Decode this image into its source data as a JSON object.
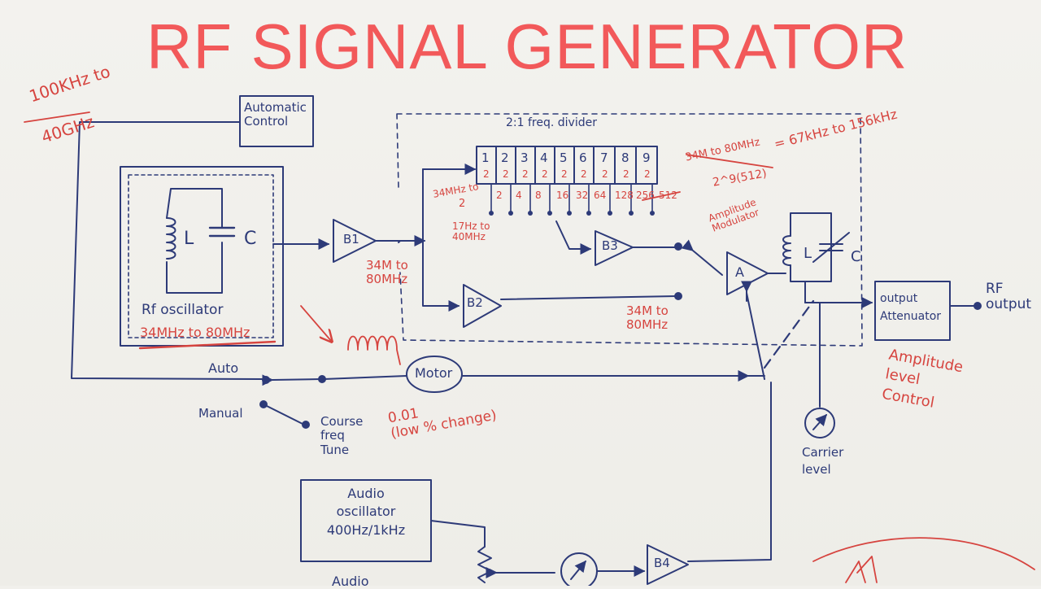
{
  "title": "RF SIGNAL GENERATOR",
  "colors": {
    "title": "#f2595a",
    "ink": "#2d3a78",
    "red_ink": "#d6443f",
    "paper": "#f1f0ec"
  },
  "labels": {
    "range_top": "100KHz to",
    "range_bottom": "40GHz",
    "automatic_control": "Automatic\nControl",
    "rf_oscillator": "Rf oscillator",
    "rf_osc_range": "34MHz to 80MHz",
    "inductor_l": "L",
    "capacitor_c": "C",
    "divider_title": "2:1 freq. divider",
    "stages": [
      "1",
      "2",
      "3",
      "4",
      "5",
      "6",
      "7",
      "8",
      "9"
    ],
    "stage_divisor": "2",
    "taps": [
      "2",
      "4",
      "8",
      "16",
      "32",
      "64",
      "128",
      "256",
      "512"
    ],
    "input_range": "34MHz to",
    "input_range_div": "2",
    "range_17_40": "17Hz to\n40MHz",
    "b1": "B1",
    "b2": "B2",
    "b3": "B3",
    "b4": "B4",
    "b1_out": "34M to\n80MHz",
    "b2_out": "34M to\n80MHz",
    "formula_top": "34M to 80MHz",
    "formula_bottom": "2^9(512)",
    "formula_result": "= 67kHz to 156kHz",
    "amp_mod": "Amplitude\nModulator",
    "mod_a": "A",
    "tank_l": "L",
    "tank_c": "C",
    "output_attenuator": "output\nAttenuator",
    "rf_output": "RF\noutput",
    "amp_level_control": "Amplitude\nlevel\nControl",
    "carrier_level": "Carrier\nlevel",
    "auto": "Auto",
    "manual": "Manual",
    "motor": "Motor",
    "coarse_tune": "Course\nfreq\nTune",
    "fine_note": "0.01\n(low % change)",
    "audio_osc": "Audio\noscillator\n400Hz/1kHz",
    "audio_cut": "Audio"
  }
}
